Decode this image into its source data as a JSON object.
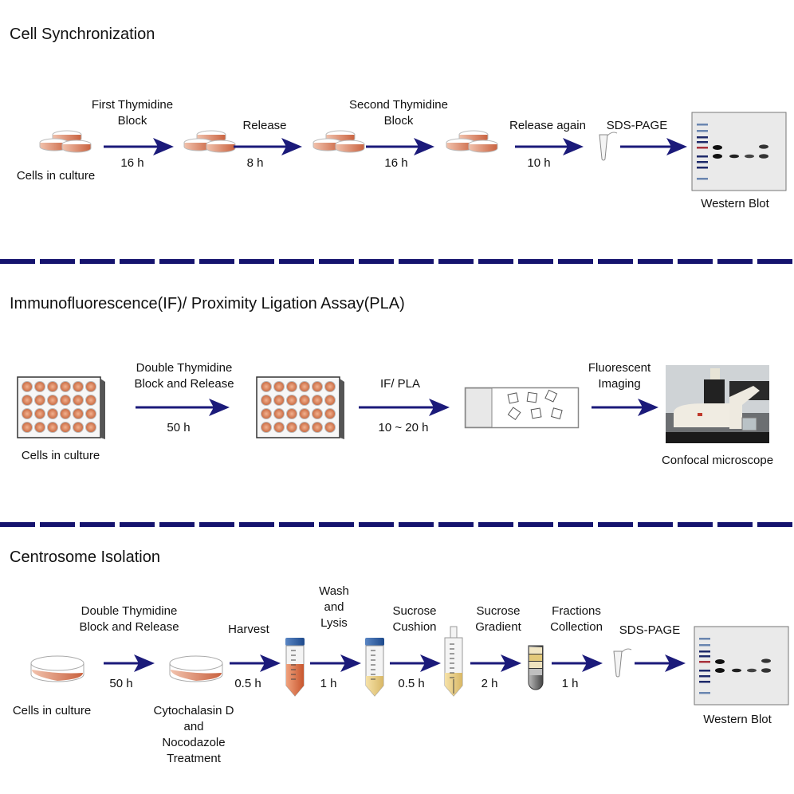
{
  "colors": {
    "arrow": "#1b1a7a",
    "dish_medium": "#d9876a",
    "divider": "#15136e",
    "ladder_red": "#a8323c",
    "ladder_blue": "#1e2a6a"
  },
  "sections": [
    {
      "title": "Cell Synchronization",
      "start_label": "Cells in culture",
      "steps": [
        {
          "above": [
            "First Thymidine",
            "Block"
          ],
          "below": "16 h"
        },
        {
          "above": [
            "Release"
          ],
          "below": "8 h"
        },
        {
          "above": [
            "Second Thymidine",
            "Block"
          ],
          "below": "16 h"
        },
        {
          "above": [
            "Release again"
          ],
          "below": "10 h"
        },
        {
          "above": [
            "SDS-PAGE"
          ],
          "below": ""
        }
      ],
      "end_label": "Western Blot"
    },
    {
      "title": "Immunofluorescence(IF)/ Proximity Ligation Assay(PLA)",
      "start_label": "Cells in culture",
      "steps": [
        {
          "above": [
            "Double Thymidine",
            "Block and Release"
          ],
          "below": "50 h"
        },
        {
          "above": [
            "IF/ PLA"
          ],
          "below": "10 ~ 20 h"
        },
        {
          "above": [
            "Fluorescent",
            "Imaging"
          ],
          "below": ""
        }
      ],
      "end_label": "Confocal microscope"
    },
    {
      "title": "Centrosome Isolation",
      "start_label": "Cells in culture",
      "treatment_label": [
        "Cytochalasin D",
        "and",
        "Nocodazole",
        "Treatment"
      ],
      "steps": [
        {
          "above": [
            "Double Thymidine",
            "Block and Release"
          ],
          "below": "50 h"
        },
        {
          "above": [
            "Harvest"
          ],
          "below": "0.5 h"
        },
        {
          "above": [
            "Wash",
            "and",
            "Lysis"
          ],
          "below": "1 h"
        },
        {
          "above": [
            "Sucrose",
            "Cushion"
          ],
          "below": "0.5 h"
        },
        {
          "above": [
            "Sucrose",
            "Gradient"
          ],
          "below": "2 h"
        },
        {
          "above": [
            "Fractions",
            "Collection"
          ],
          "below": "1 h"
        },
        {
          "above": [
            "SDS-PAGE"
          ],
          "below": ""
        }
      ],
      "end_label": "Western Blot"
    }
  ]
}
